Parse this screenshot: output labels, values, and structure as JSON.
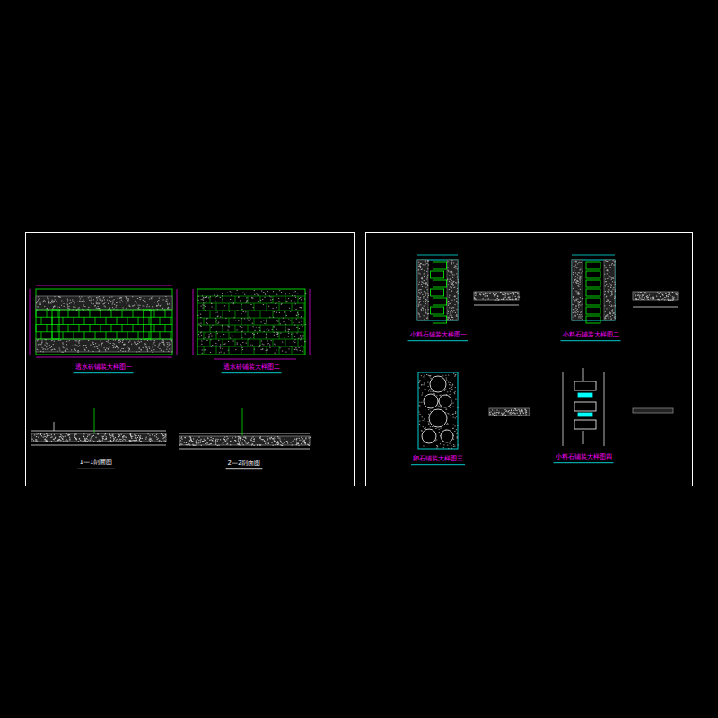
{
  "diagram": {
    "labels": [
      "透水砖铺装大样图一",
      "透水砖铺装大样图二",
      "1—1剖面图",
      "2—2剖面图",
      "小料石铺装大样图一",
      "小料石铺装大样图二",
      "卵石铺装大样图三",
      "小料石铺装大样图四"
    ]
  }
}
